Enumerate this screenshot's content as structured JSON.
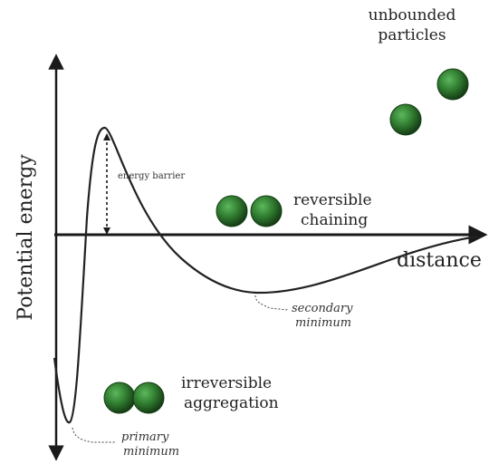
{
  "diagram": {
    "axes": {
      "y_label": "Potential energy",
      "x_label": "distance"
    },
    "annotations": {
      "energy_barrier": "energy barrier",
      "secondary_minimum": [
        "secondary",
        "minimum"
      ],
      "primary_minimum": [
        "primary",
        "minimum"
      ]
    },
    "states": {
      "unbounded": [
        "unbounded",
        "particles"
      ],
      "reversible": [
        "reversible",
        "chaining"
      ],
      "irreversible": [
        "irreversible",
        "aggregation"
      ]
    },
    "colors": {
      "particle_dark": "#1f4d1f",
      "particle_mid": "#2f7a2f",
      "particle_light": "#5cb85c",
      "curve": "#222222",
      "axis": "#1a1a1a",
      "leader_line": "#444444"
    }
  }
}
